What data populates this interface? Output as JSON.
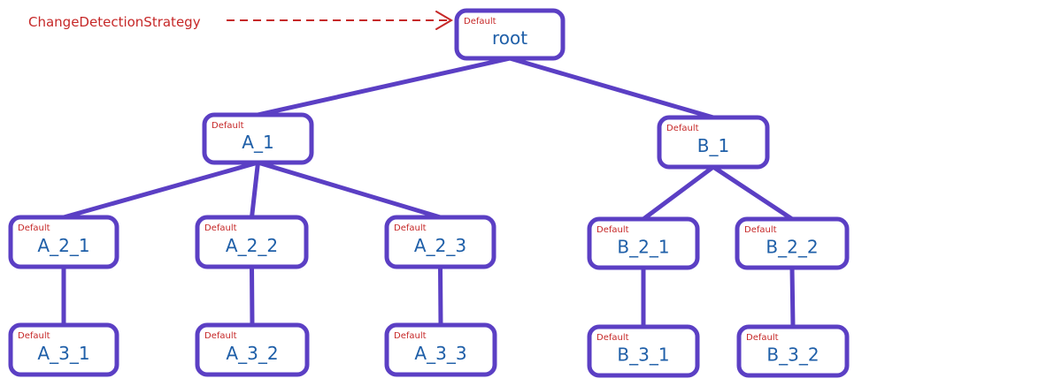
{
  "annotation": {
    "label": "ChangeDetectionStrategy",
    "points_to": "root"
  },
  "colors": {
    "node_border": "#5b3fc4",
    "node_name": "#1f5fa8",
    "strategy_text": "#c62828",
    "annotation": "#c62828"
  },
  "nodes": [
    {
      "id": "root",
      "name": "root",
      "strategy": "Default"
    },
    {
      "id": "A_1",
      "name": "A_1",
      "strategy": "Default"
    },
    {
      "id": "B_1",
      "name": "B_1",
      "strategy": "Default"
    },
    {
      "id": "A_2_1",
      "name": "A_2_1",
      "strategy": "Default"
    },
    {
      "id": "A_2_2",
      "name": "A_2_2",
      "strategy": "Default"
    },
    {
      "id": "A_2_3",
      "name": "A_2_3",
      "strategy": "Default"
    },
    {
      "id": "B_2_1",
      "name": "B_2_1",
      "strategy": "Default"
    },
    {
      "id": "B_2_2",
      "name": "B_2_2",
      "strategy": "Default"
    },
    {
      "id": "A_3_1",
      "name": "A_3_1",
      "strategy": "Default"
    },
    {
      "id": "A_3_2",
      "name": "A_3_2",
      "strategy": "Default"
    },
    {
      "id": "A_3_3",
      "name": "A_3_3",
      "strategy": "Default"
    },
    {
      "id": "B_3_1",
      "name": "B_3_1",
      "strategy": "Default"
    },
    {
      "id": "B_3_2",
      "name": "B_3_2",
      "strategy": "Default"
    }
  ],
  "edges": [
    {
      "from": "root",
      "to": "A_1"
    },
    {
      "from": "root",
      "to": "B_1"
    },
    {
      "from": "A_1",
      "to": "A_2_1"
    },
    {
      "from": "A_1",
      "to": "A_2_2"
    },
    {
      "from": "A_1",
      "to": "A_2_3"
    },
    {
      "from": "B_1",
      "to": "B_2_1"
    },
    {
      "from": "B_1",
      "to": "B_2_2"
    },
    {
      "from": "A_2_1",
      "to": "A_3_1"
    },
    {
      "from": "A_2_2",
      "to": "A_3_2"
    },
    {
      "from": "A_2_3",
      "to": "A_3_3"
    },
    {
      "from": "B_2_1",
      "to": "B_3_1"
    },
    {
      "from": "B_2_2",
      "to": "B_3_2"
    }
  ]
}
